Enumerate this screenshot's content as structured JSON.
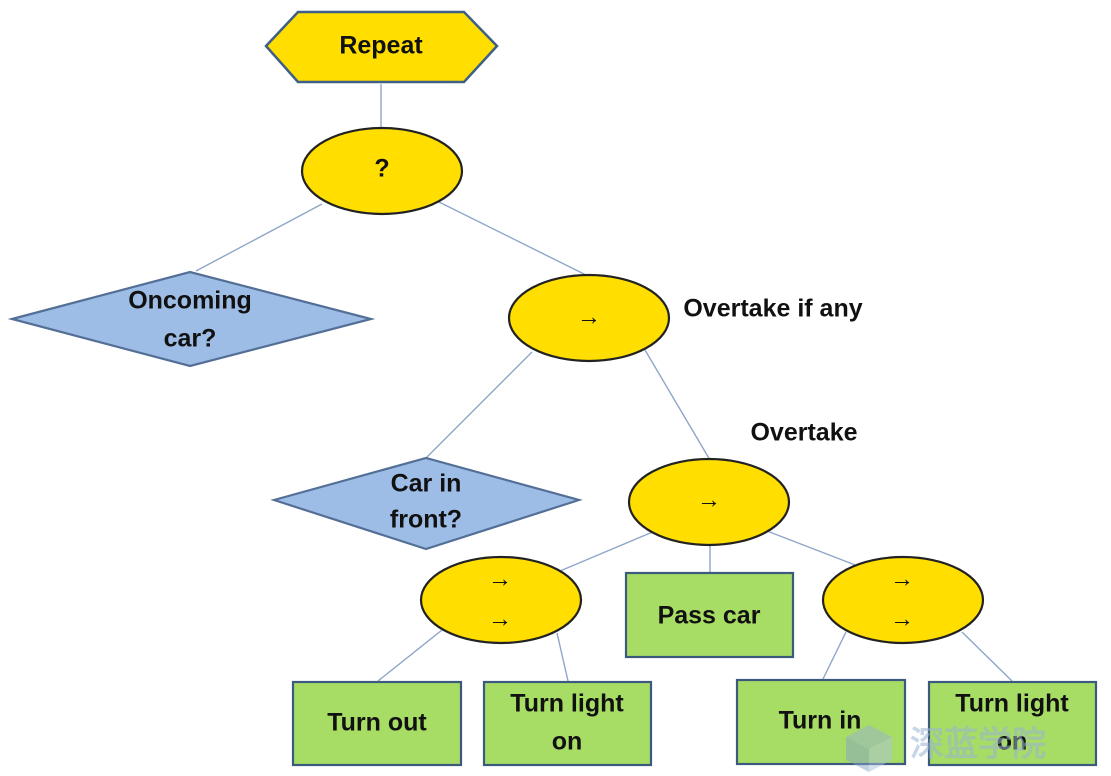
{
  "diagram": {
    "root": {
      "label": "Repeat"
    },
    "selector": {
      "label": "?"
    },
    "oncoming_condition": {
      "line1": "Oncoming",
      "line2": "car?"
    },
    "overtake_if_any": {
      "symbol": "→",
      "caption": "Overtake if any"
    },
    "car_in_front_condition": {
      "line1": "Car in",
      "line2": "front?"
    },
    "overtake": {
      "symbol": "→",
      "caption": "Overtake"
    },
    "left_sequence": {
      "symbol_top": "→",
      "symbol_bottom": "→"
    },
    "right_sequence": {
      "symbol_top": "→",
      "symbol_bottom": "→"
    },
    "actions": {
      "pass_car": "Pass car",
      "turn_out": "Turn out",
      "turn_light_on_left": {
        "line1": "Turn light",
        "line2": "on"
      },
      "turn_in": "Turn in",
      "turn_light_on_right": {
        "line1": "Turn light",
        "line2": "on"
      }
    }
  },
  "watermark": {
    "text": "深蓝学院"
  }
}
